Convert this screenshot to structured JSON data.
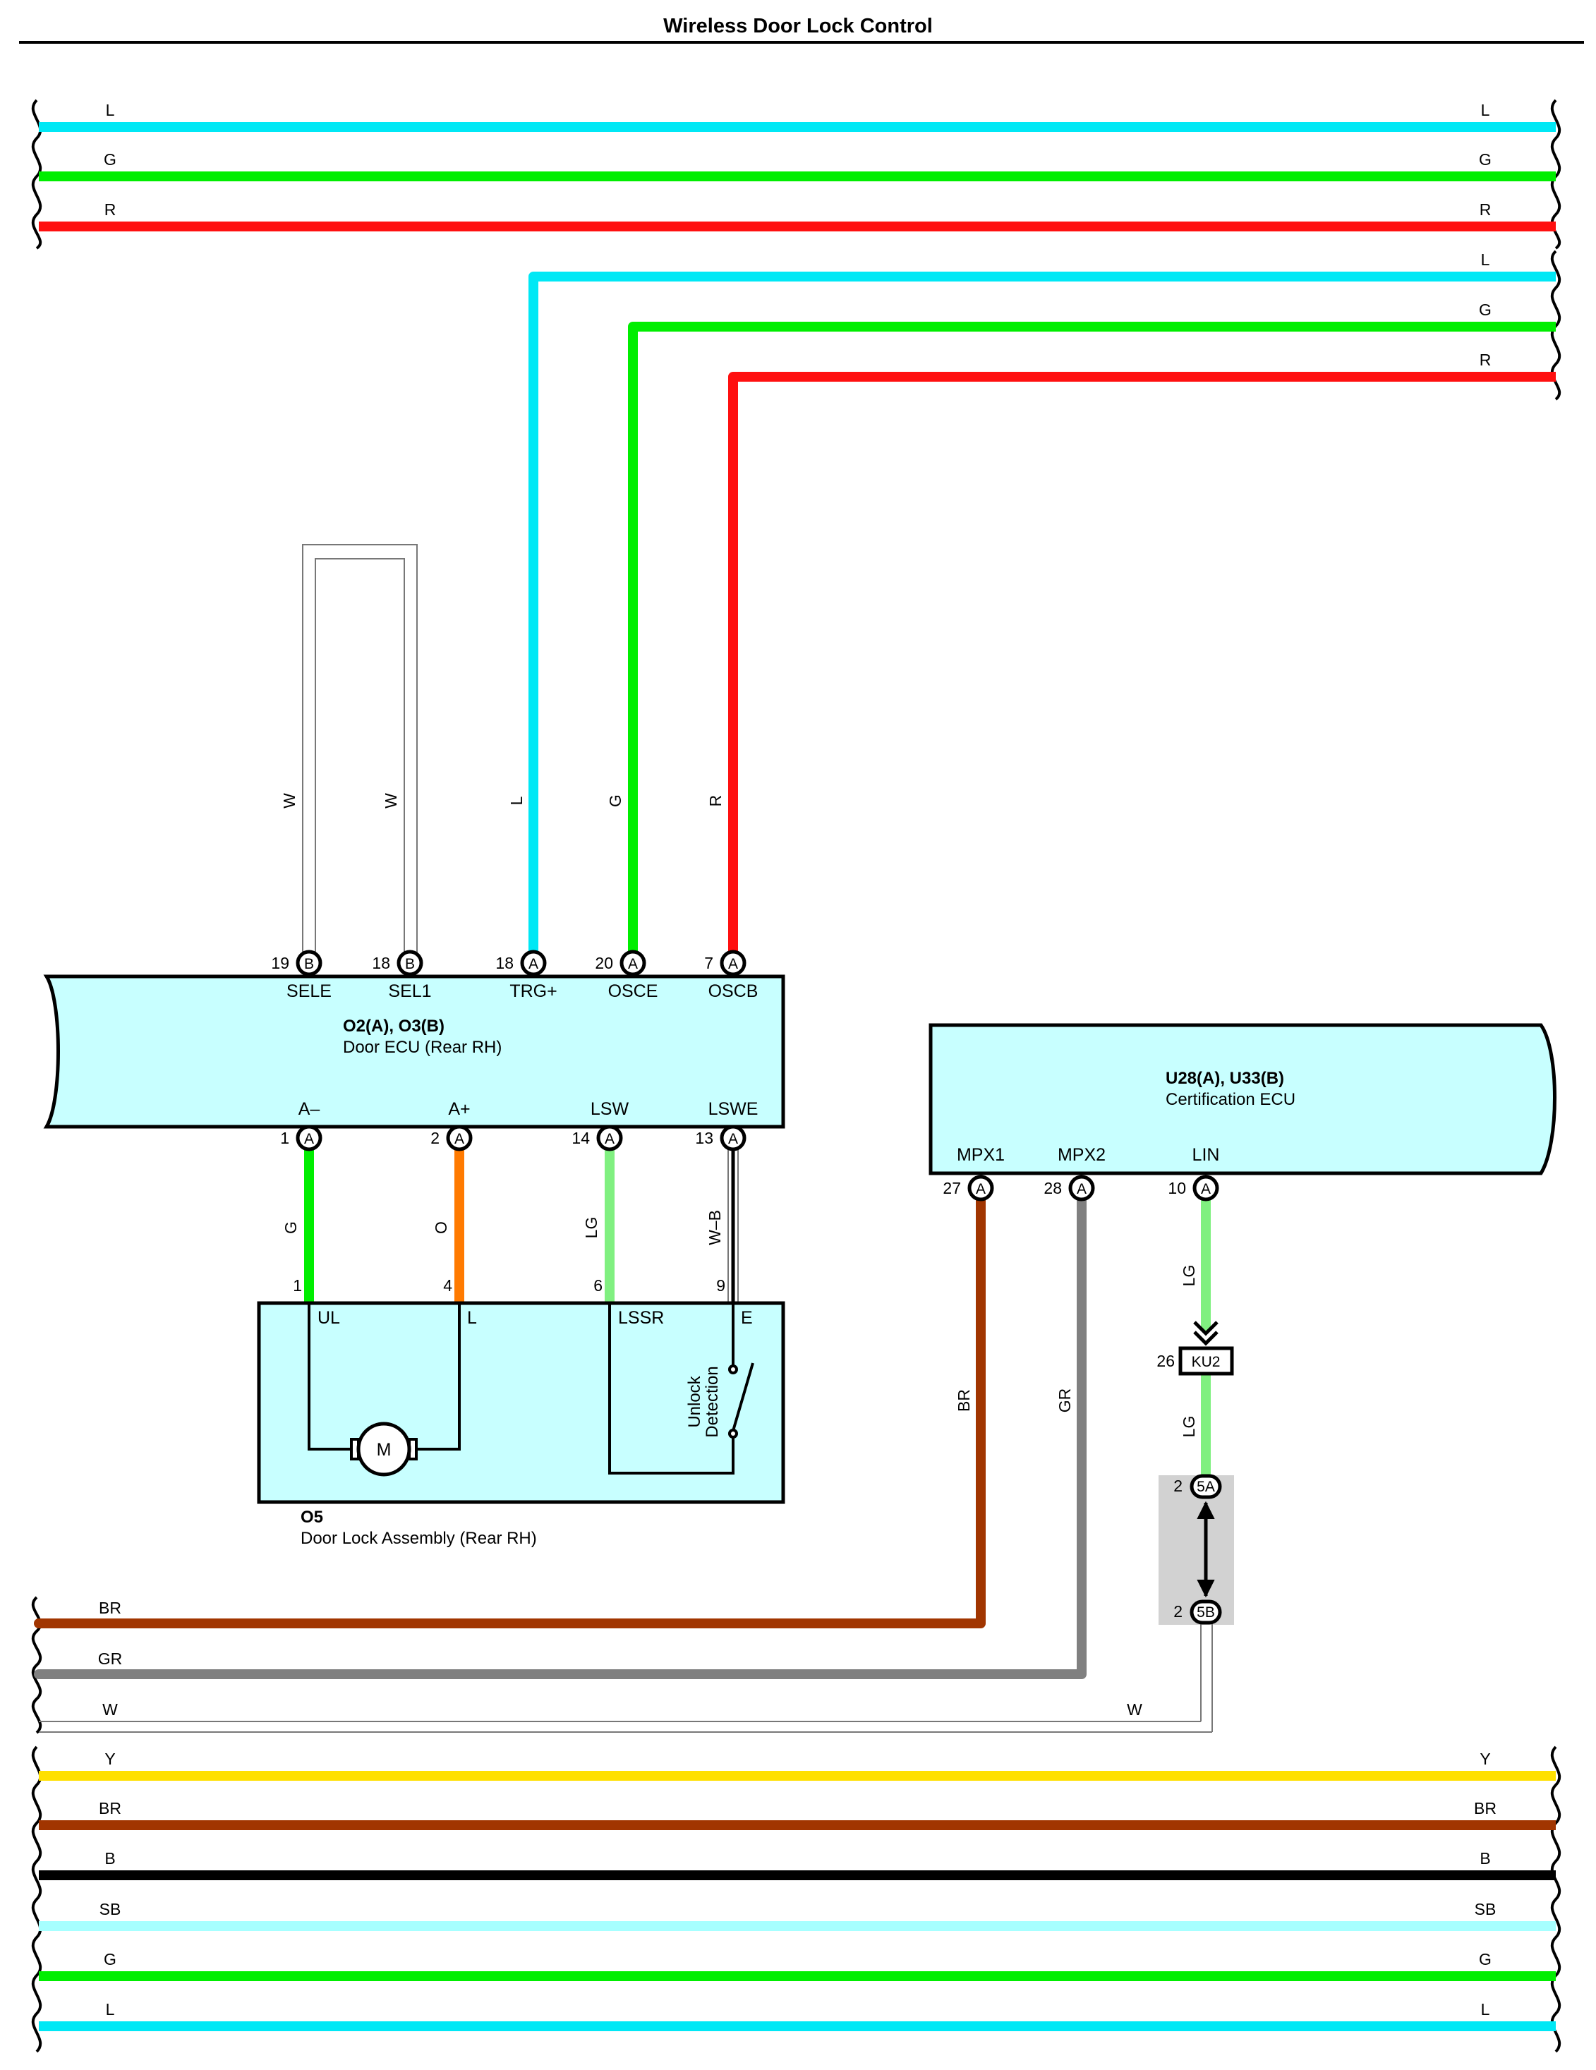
{
  "title": "Wireless Door Lock Control",
  "colors": {
    "L": "#00e8f5",
    "G": "#00ee00",
    "R": "#ff1010",
    "BR": "#a13500",
    "GR": "#808080",
    "LG": "#80f080",
    "O": "#ff7a00",
    "Y": "#ffe000",
    "B": "#000000",
    "SB": "#a6ffff",
    "W": "#ffffff",
    "ecu_fill": "#c8ffff",
    "connector_fill": "#d2d2d2"
  },
  "top_wires": [
    {
      "color_code": "L",
      "left_label": "L",
      "right_label": "L"
    },
    {
      "color_code": "G",
      "left_label": "G",
      "right_label": "G"
    },
    {
      "color_code": "R",
      "left_label": "R",
      "right_label": "R"
    }
  ],
  "branch_wires": [
    {
      "color_code": "L",
      "right_label": "L",
      "vertical_label": "L"
    },
    {
      "color_code": "G",
      "right_label": "G",
      "vertical_label": "G"
    },
    {
      "color_code": "R",
      "right_label": "R",
      "vertical_label": "R"
    }
  ],
  "loop_wires": {
    "left_label": "W",
    "right_label": "W"
  },
  "door_ecu": {
    "code": "O2(A), O3(B)",
    "name": "Door ECU (Rear RH)",
    "top_terminals": [
      {
        "pin": "19",
        "connector": "B",
        "name": "SELE"
      },
      {
        "pin": "18",
        "connector": "B",
        "name": "SEL1"
      },
      {
        "pin": "18",
        "connector": "A",
        "name": "TRG+"
      },
      {
        "pin": "20",
        "connector": "A",
        "name": "OSCE"
      },
      {
        "pin": "7",
        "connector": "A",
        "name": "OSCB"
      }
    ],
    "bottom_terminals": [
      {
        "pin": "1",
        "connector": "A",
        "name": "A–"
      },
      {
        "pin": "2",
        "connector": "A",
        "name": "A+"
      },
      {
        "pin": "14",
        "connector": "A",
        "name": "LSW"
      },
      {
        "pin": "13",
        "connector": "A",
        "name": "LSWE"
      }
    ]
  },
  "ecu_to_lock_wires": [
    {
      "label": "G",
      "color_code": "G",
      "lock_pin": "1"
    },
    {
      "label": "O",
      "color_code": "O",
      "lock_pin": "4"
    },
    {
      "label": "LG",
      "color_code": "LG",
      "lock_pin": "6"
    },
    {
      "label": "W–B",
      "color_code": "B",
      "lock_pin": "9"
    }
  ],
  "door_lock": {
    "code": "O5",
    "name": "Door Lock Assembly (Rear RH)",
    "terminals": [
      "UL",
      "L",
      "LSSR",
      "E"
    ],
    "motor_label": "M",
    "switch_label_line1": "Unlock",
    "switch_label_line2": "Detection"
  },
  "cert_ecu": {
    "code": "U28(A), U33(B)",
    "name": "Certification ECU",
    "terminals": [
      {
        "pin": "27",
        "connector": "A",
        "name": "MPX1"
      },
      {
        "pin": "28",
        "connector": "A",
        "name": "MPX2"
      },
      {
        "pin": "10",
        "connector": "A",
        "name": "LIN"
      }
    ]
  },
  "cert_wires": [
    {
      "label": "BR",
      "color_code": "BR"
    },
    {
      "label": "GR",
      "color_code": "GR"
    },
    {
      "label": "LG",
      "color_code": "LG"
    }
  ],
  "ku2": {
    "pin": "26",
    "connector": "KU2",
    "lower_wire_label": "LG"
  },
  "junction": {
    "top_pin": "2",
    "top_connector": "5A",
    "bottom_pin": "2",
    "bottom_connector": "5B"
  },
  "lower_wires": [
    {
      "color_code": "BR",
      "left_label": "BR"
    },
    {
      "color_code": "GR",
      "left_label": "GR"
    },
    {
      "color_code": "W",
      "left_label": "W",
      "right_label": "W"
    }
  ],
  "bottom_wires": [
    {
      "color_code": "Y",
      "left_label": "Y",
      "right_label": "Y"
    },
    {
      "color_code": "BR",
      "left_label": "BR",
      "right_label": "BR"
    },
    {
      "color_code": "B",
      "left_label": "B",
      "right_label": "B"
    },
    {
      "color_code": "SB",
      "left_label": "SB",
      "right_label": "SB"
    },
    {
      "color_code": "G",
      "left_label": "G",
      "right_label": "G"
    },
    {
      "color_code": "L",
      "left_label": "L",
      "right_label": "L"
    }
  ]
}
